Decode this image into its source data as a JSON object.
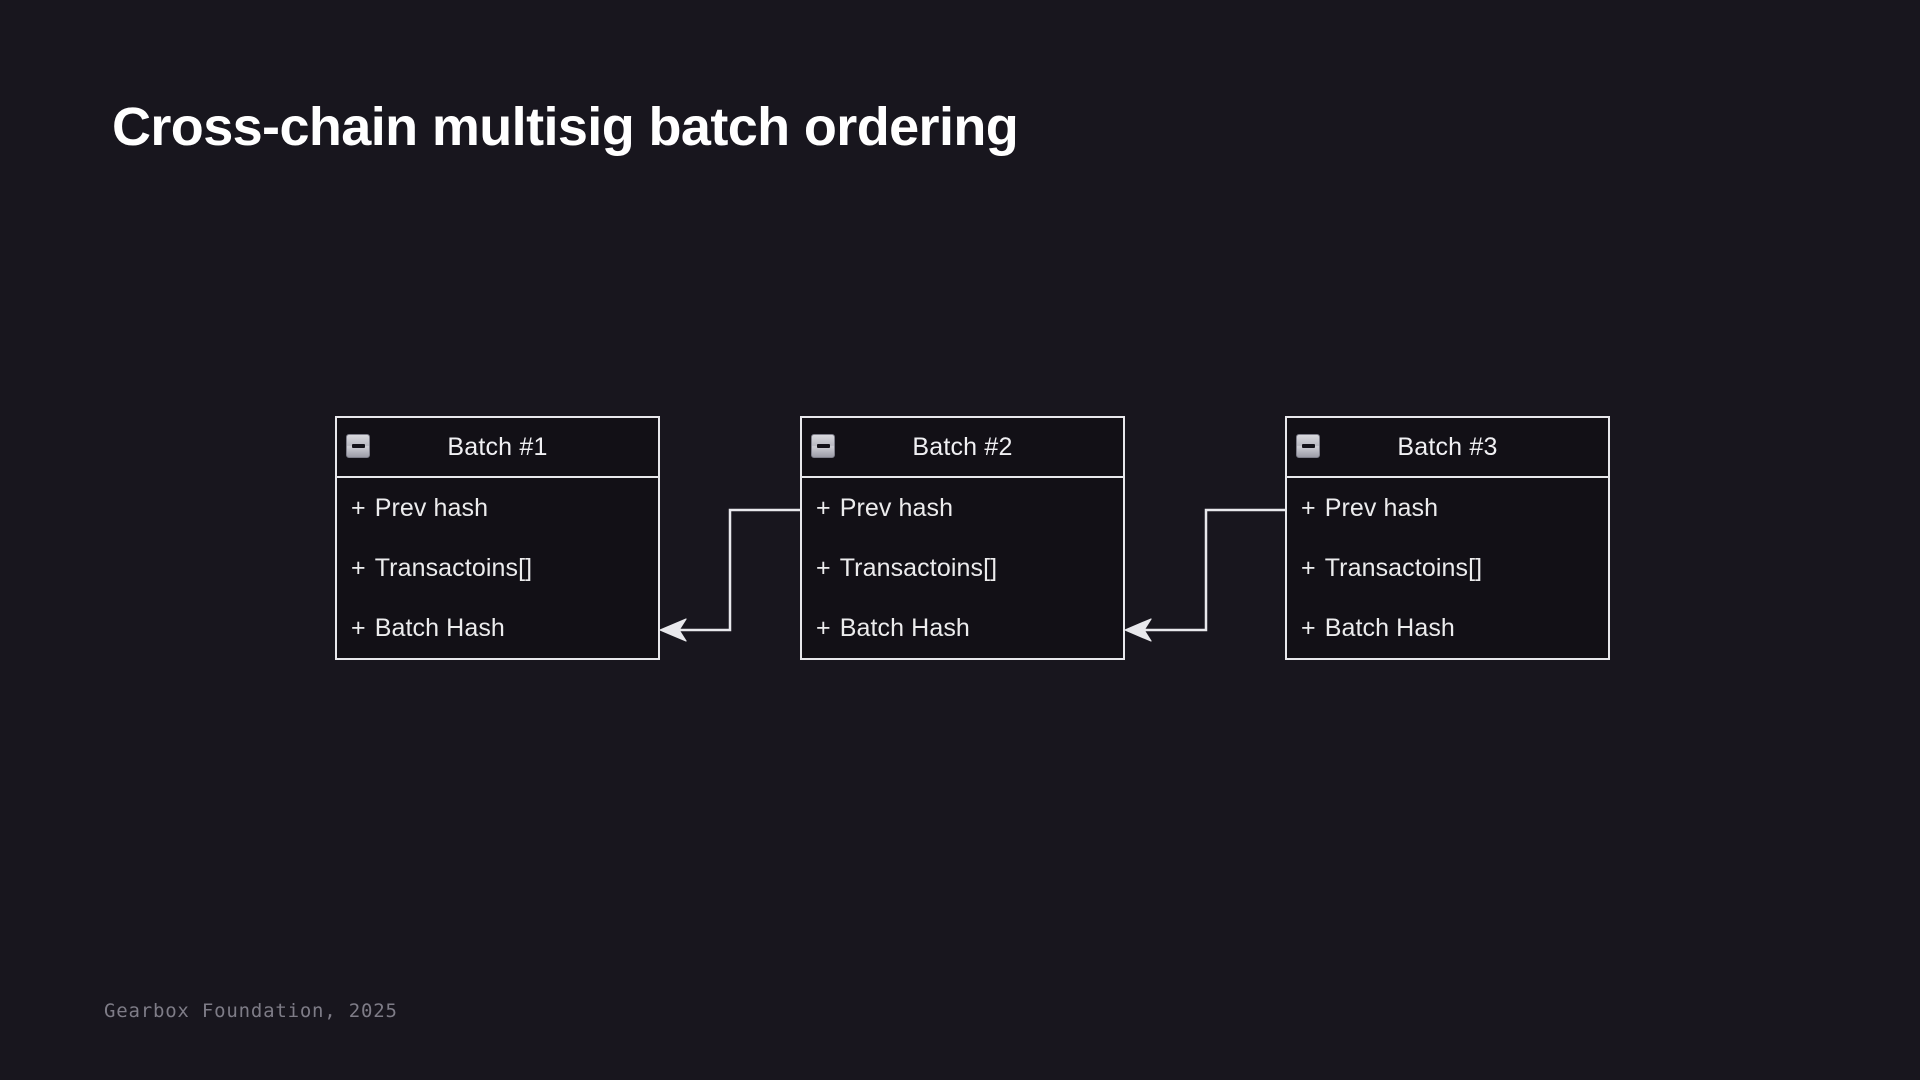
{
  "slide": {
    "title": "Cross-chain multisig batch ordering",
    "background_color": "#18161e",
    "title_color": "#ffffff"
  },
  "diagram": {
    "type": "uml-class-chain",
    "box_fill_color": "#121016",
    "box_border_color": "#e8e8ec",
    "connector_color": "#e8e8ec",
    "collapse_icon_name": "collapse-minus-icon",
    "boxes": [
      {
        "id": "batch-1",
        "title": "Batch #1",
        "collapse_state": "expanded",
        "rows": [
          {
            "visibility": "+",
            "label": "Prev hash"
          },
          {
            "visibility": "+",
            "label": "Transactoins[]"
          },
          {
            "visibility": "+",
            "label": "Batch Hash"
          }
        ]
      },
      {
        "id": "batch-2",
        "title": "Batch #2",
        "collapse_state": "expanded",
        "rows": [
          {
            "visibility": "+",
            "label": "Prev hash"
          },
          {
            "visibility": "+",
            "label": "Transactoins[]"
          },
          {
            "visibility": "+",
            "label": "Batch Hash"
          }
        ]
      },
      {
        "id": "batch-3",
        "title": "Batch #3",
        "collapse_state": "expanded",
        "rows": [
          {
            "visibility": "+",
            "label": "Prev hash"
          },
          {
            "visibility": "+",
            "label": "Transactoins[]"
          },
          {
            "visibility": "+",
            "label": "Batch Hash"
          }
        ]
      }
    ],
    "connectors": [
      {
        "id": "connector-batch2-to-batch1",
        "from": "batch-2",
        "from_anchor": "Prev hash",
        "to": "batch-1",
        "to_anchor": "Batch Hash",
        "arrow_style": "open-v",
        "direction": "right-to-left"
      },
      {
        "id": "connector-batch3-to-batch2",
        "from": "batch-3",
        "from_anchor": "Prev hash",
        "to": "batch-2",
        "to_anchor": "Batch Hash",
        "arrow_style": "open-v",
        "direction": "right-to-left"
      }
    ]
  },
  "footer": {
    "text": "Gearbox Foundation, 2025",
    "color": "#7e7c87"
  }
}
